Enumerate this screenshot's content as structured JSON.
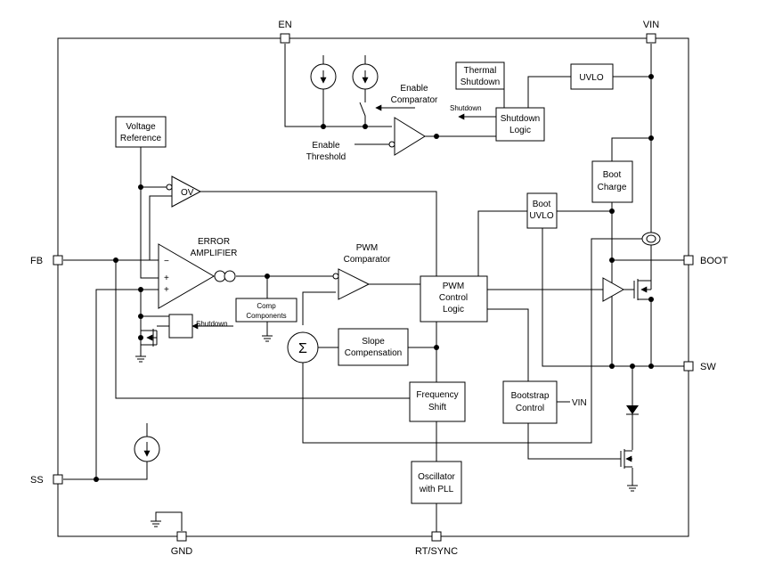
{
  "pins": {
    "en": "EN",
    "vin": "VIN",
    "fb": "FB",
    "boot": "BOOT",
    "sw": "SW",
    "ss": "SS",
    "gnd": "GND",
    "rt_sync": "RT/SYNC"
  },
  "blocks": {
    "voltage_reference": [
      "Voltage",
      "Reference"
    ],
    "thermal_shutdown": [
      "Thermal",
      "Shutdown"
    ],
    "uvlo": "UVLO",
    "shutdown_logic": [
      "Shutdown",
      "Logic"
    ],
    "boot_charge": [
      "Boot",
      "Charge"
    ],
    "boot_uvlo": [
      "Boot",
      "UVLO"
    ],
    "comp_components": [
      "Comp",
      "Components"
    ],
    "slope_compensation": [
      "Slope",
      "Compensation"
    ],
    "pwm_control_logic": [
      "PWM",
      "Control",
      "Logic"
    ],
    "frequency_shift": [
      "Frequency",
      "Shift"
    ],
    "bootstrap_control": [
      "Bootstrap",
      "Control"
    ],
    "oscillator": [
      "Oscillator",
      "with PLL"
    ]
  },
  "labels": {
    "enable_comparator": [
      "Enable",
      "Comparator"
    ],
    "enable_threshold": [
      "Enable",
      "Threshold"
    ],
    "shutdown_arrow": "Shutdown",
    "shutdown_ss": "Shutdown",
    "error_amplifier": [
      "ERROR",
      "AMPLIFIER"
    ],
    "pwm_comparator": [
      "PWM",
      "Comparator"
    ],
    "ov": "OV",
    "sigma": "Σ",
    "vin_bootstrap": "VIN",
    "minus": "−",
    "plus": "+"
  }
}
